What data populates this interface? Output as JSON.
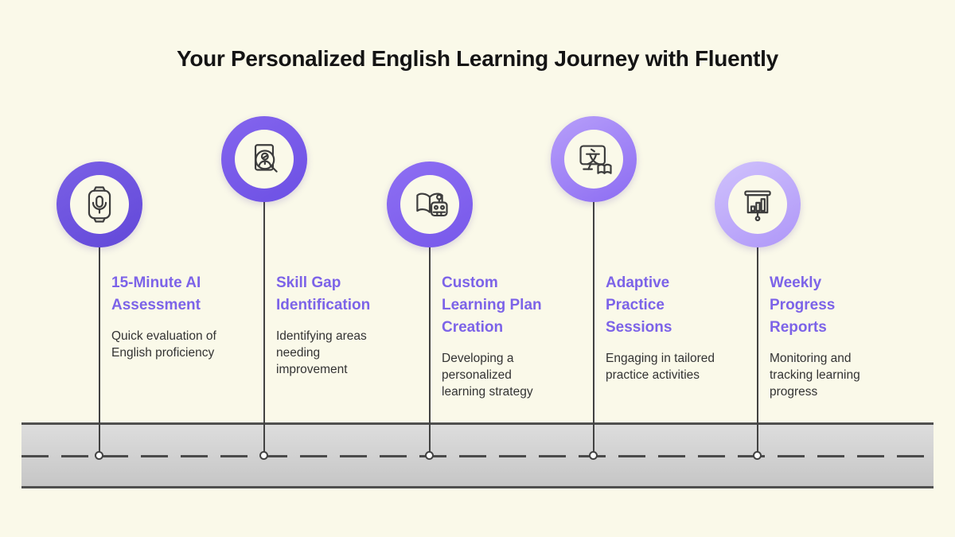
{
  "page": {
    "title": "Your Personalized English Learning Journey with Fluently"
  },
  "theme": {
    "page_background": "#FAF9E9",
    "title_color": "#141414",
    "heading_color": "#7C63E8",
    "body_color": "#333333",
    "line_color": "#424242",
    "icon_stroke": "#3D3D3D",
    "road_fill_top": "#DDDDDD",
    "road_fill_bottom": "#C6C6C6",
    "road_border": "#4F4F4F",
    "dash_color": "#4A4A4A",
    "dot_fill": "#FFFFFF"
  },
  "milestones": [
    {
      "title": "15-Minute AI\nAssessment",
      "description": "Quick evaluation of\nEnglish proficiency",
      "icon": "mic-smartwatch-icon",
      "ring_from": "#7A60E6",
      "ring_to": "#6248D8"
    },
    {
      "title": "Skill Gap\nIdentification",
      "description": "Identifying areas\nneeding\nimprovement",
      "icon": "profile-search-icon",
      "ring_from": "#8465EE",
      "ring_to": "#6C50E4"
    },
    {
      "title": "Custom\nLearning Plan\nCreation",
      "description": "Developing a\npersonalized\nlearning strategy",
      "icon": "book-robot-icon",
      "ring_from": "#8E6FF3",
      "ring_to": "#7758EA"
    },
    {
      "title": "Adaptive\nPractice\nSessions",
      "description": "Engaging in tailored\npractice activities",
      "icon": "language-screen-book-icon",
      "ring_from": "#B79FFA",
      "ring_to": "#8C6CF2"
    },
    {
      "title": "Weekly\nProgress\nReports",
      "description": "Monitoring and\ntracking learning\nprogress",
      "icon": "presentation-bar-chart-icon",
      "ring_from": "#D0C2FC",
      "ring_to": "#AE96F8"
    }
  ]
}
